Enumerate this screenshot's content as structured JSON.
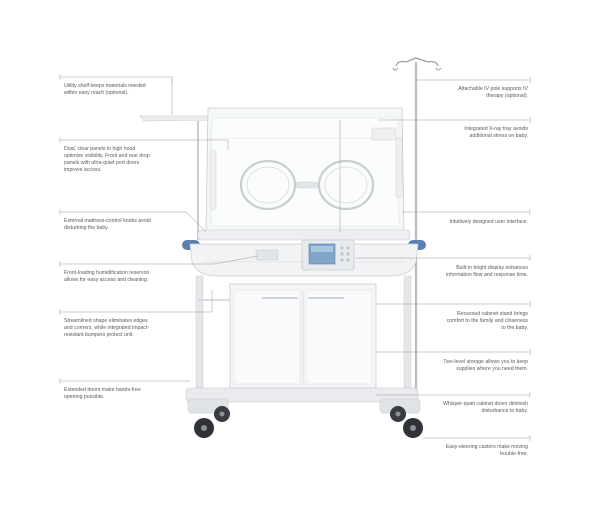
{
  "callouts": {
    "utility_shelf": "Utility shelf keeps materials needed within easy reach (optional).",
    "clear_panels": "Dual, clear panels in high hood optimize visibility. Front and rear drop panels with ultra-quiet port doors improve access.",
    "mattress_knobs": "External mattress-control knobs avoid disturbing the baby.",
    "humidification": "Front-loading humidification reservoir allows for easy access and cleaning.",
    "streamlined": "Streamlined shape eliminates edges and corners, while integrated impact-resistant bumpers protect unit.",
    "extended_doors": "Extended doors make hands-free opening possible.",
    "iv_pole": "Attachable IV pole supports IV therapy (optional).",
    "xray_tray": "Integrated X-ray tray avoids additional stress on baby.",
    "user_interface": "Intuitively designed user interface.",
    "display": "Built-in bright display enhances information flow and response time.",
    "cabinet_stand": "Recessed cabinet stand brings comfort to the family and closeness to the baby.",
    "storage": "Two-level storage allows you to keep supplies where you need them.",
    "cabinet_doors": "Whisper-quiet cabinet doors diminish disturbance to baby.",
    "casters": "Easy-steering casters make moving trouble-free."
  },
  "colors": {
    "accent_blue": "#5b7fb0",
    "leader_line": "#9a9a9a",
    "frame_grey": "#d9dce0"
  }
}
